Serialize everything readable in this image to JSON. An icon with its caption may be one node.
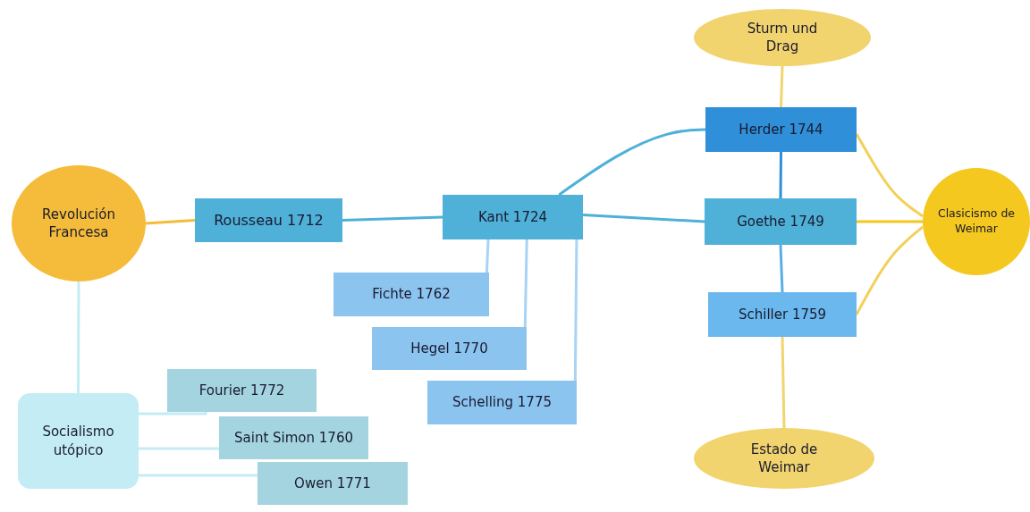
{
  "diagram": {
    "nodes": [
      {
        "text": [
          "Revolución Francesa"
        ]
      },
      {
        "text": [
          "Rousseau 1712"
        ]
      },
      {
        "text": [
          "Kant 1724"
        ]
      },
      {
        "text": [
          "Fichte 1762"
        ]
      },
      {
        "text": [
          "Hegel 1770"
        ]
      },
      {
        "text": [
          "Schelling 1775"
        ]
      },
      {
        "text": [
          "Sturm und Drag"
        ]
      },
      {
        "text": [
          "Herder 1744"
        ]
      },
      {
        "text": [
          "Goethe 1749"
        ]
      },
      {
        "text": [
          "Schiller 1759"
        ]
      },
      {
        "text": [
          "Estado de Weimar"
        ]
      },
      {
        "text": [
          "Clasicismo de Weimar"
        ]
      },
      {
        "text": [
          "Socialismo utópico"
        ]
      },
      {
        "text": [
          "Fourier 1772"
        ]
      },
      {
        "text": [
          "Saint Simon 1760"
        ]
      },
      {
        "text": [
          "Owen 1771"
        ]
      }
    ],
    "edges": [
      {
        "from": 0,
        "to": 1,
        "arrow": "none",
        "color": "#f4bc3a"
      },
      {
        "from": 0,
        "to": 12,
        "arrow": "none",
        "color": "#c3ecf5"
      },
      {
        "from": 1,
        "to": 2,
        "arrow": "none",
        "color": "#4fb0d8"
      },
      {
        "from": 2,
        "to": 7,
        "arrow": "none",
        "color": "#4fb0d8"
      },
      {
        "from": 2,
        "to": 8,
        "arrow": "none",
        "color": "#4fb0d8"
      },
      {
        "from": 2,
        "to": 3,
        "arrow": "none",
        "color": "#a9d3f5"
      },
      {
        "from": 2,
        "to": 4,
        "arrow": "none",
        "color": "#a9d3f5"
      },
      {
        "from": 2,
        "to": 5,
        "arrow": "none",
        "color": "#a9d3f5"
      },
      {
        "from": 6,
        "to": 7,
        "arrow": "none",
        "color": "#f2d46e"
      },
      {
        "from": 7,
        "to": 8,
        "arrow": "none",
        "color": "#2f8fd8"
      },
      {
        "from": 8,
        "to": 9,
        "arrow": "none",
        "color": "#5aaee6"
      },
      {
        "from": 9,
        "to": 10,
        "arrow": "none",
        "color": "#f2d46e"
      },
      {
        "from": 11,
        "to": 7,
        "arrow": "none",
        "color": "#f2d05a"
      },
      {
        "from": 11,
        "to": 8,
        "arrow": "none",
        "color": "#f2c81e"
      },
      {
        "from": 11,
        "to": 9,
        "arrow": "none",
        "color": "#f2d05a"
      },
      {
        "from": 12,
        "to": 13,
        "arrow": "none",
        "color": "#c3ecf5"
      },
      {
        "from": 12,
        "to": 14,
        "arrow": "none",
        "color": "#c3ecf5"
      },
      {
        "from": 12,
        "to": 15,
        "arrow": "none",
        "color": "#c3ecf5"
      }
    ]
  }
}
